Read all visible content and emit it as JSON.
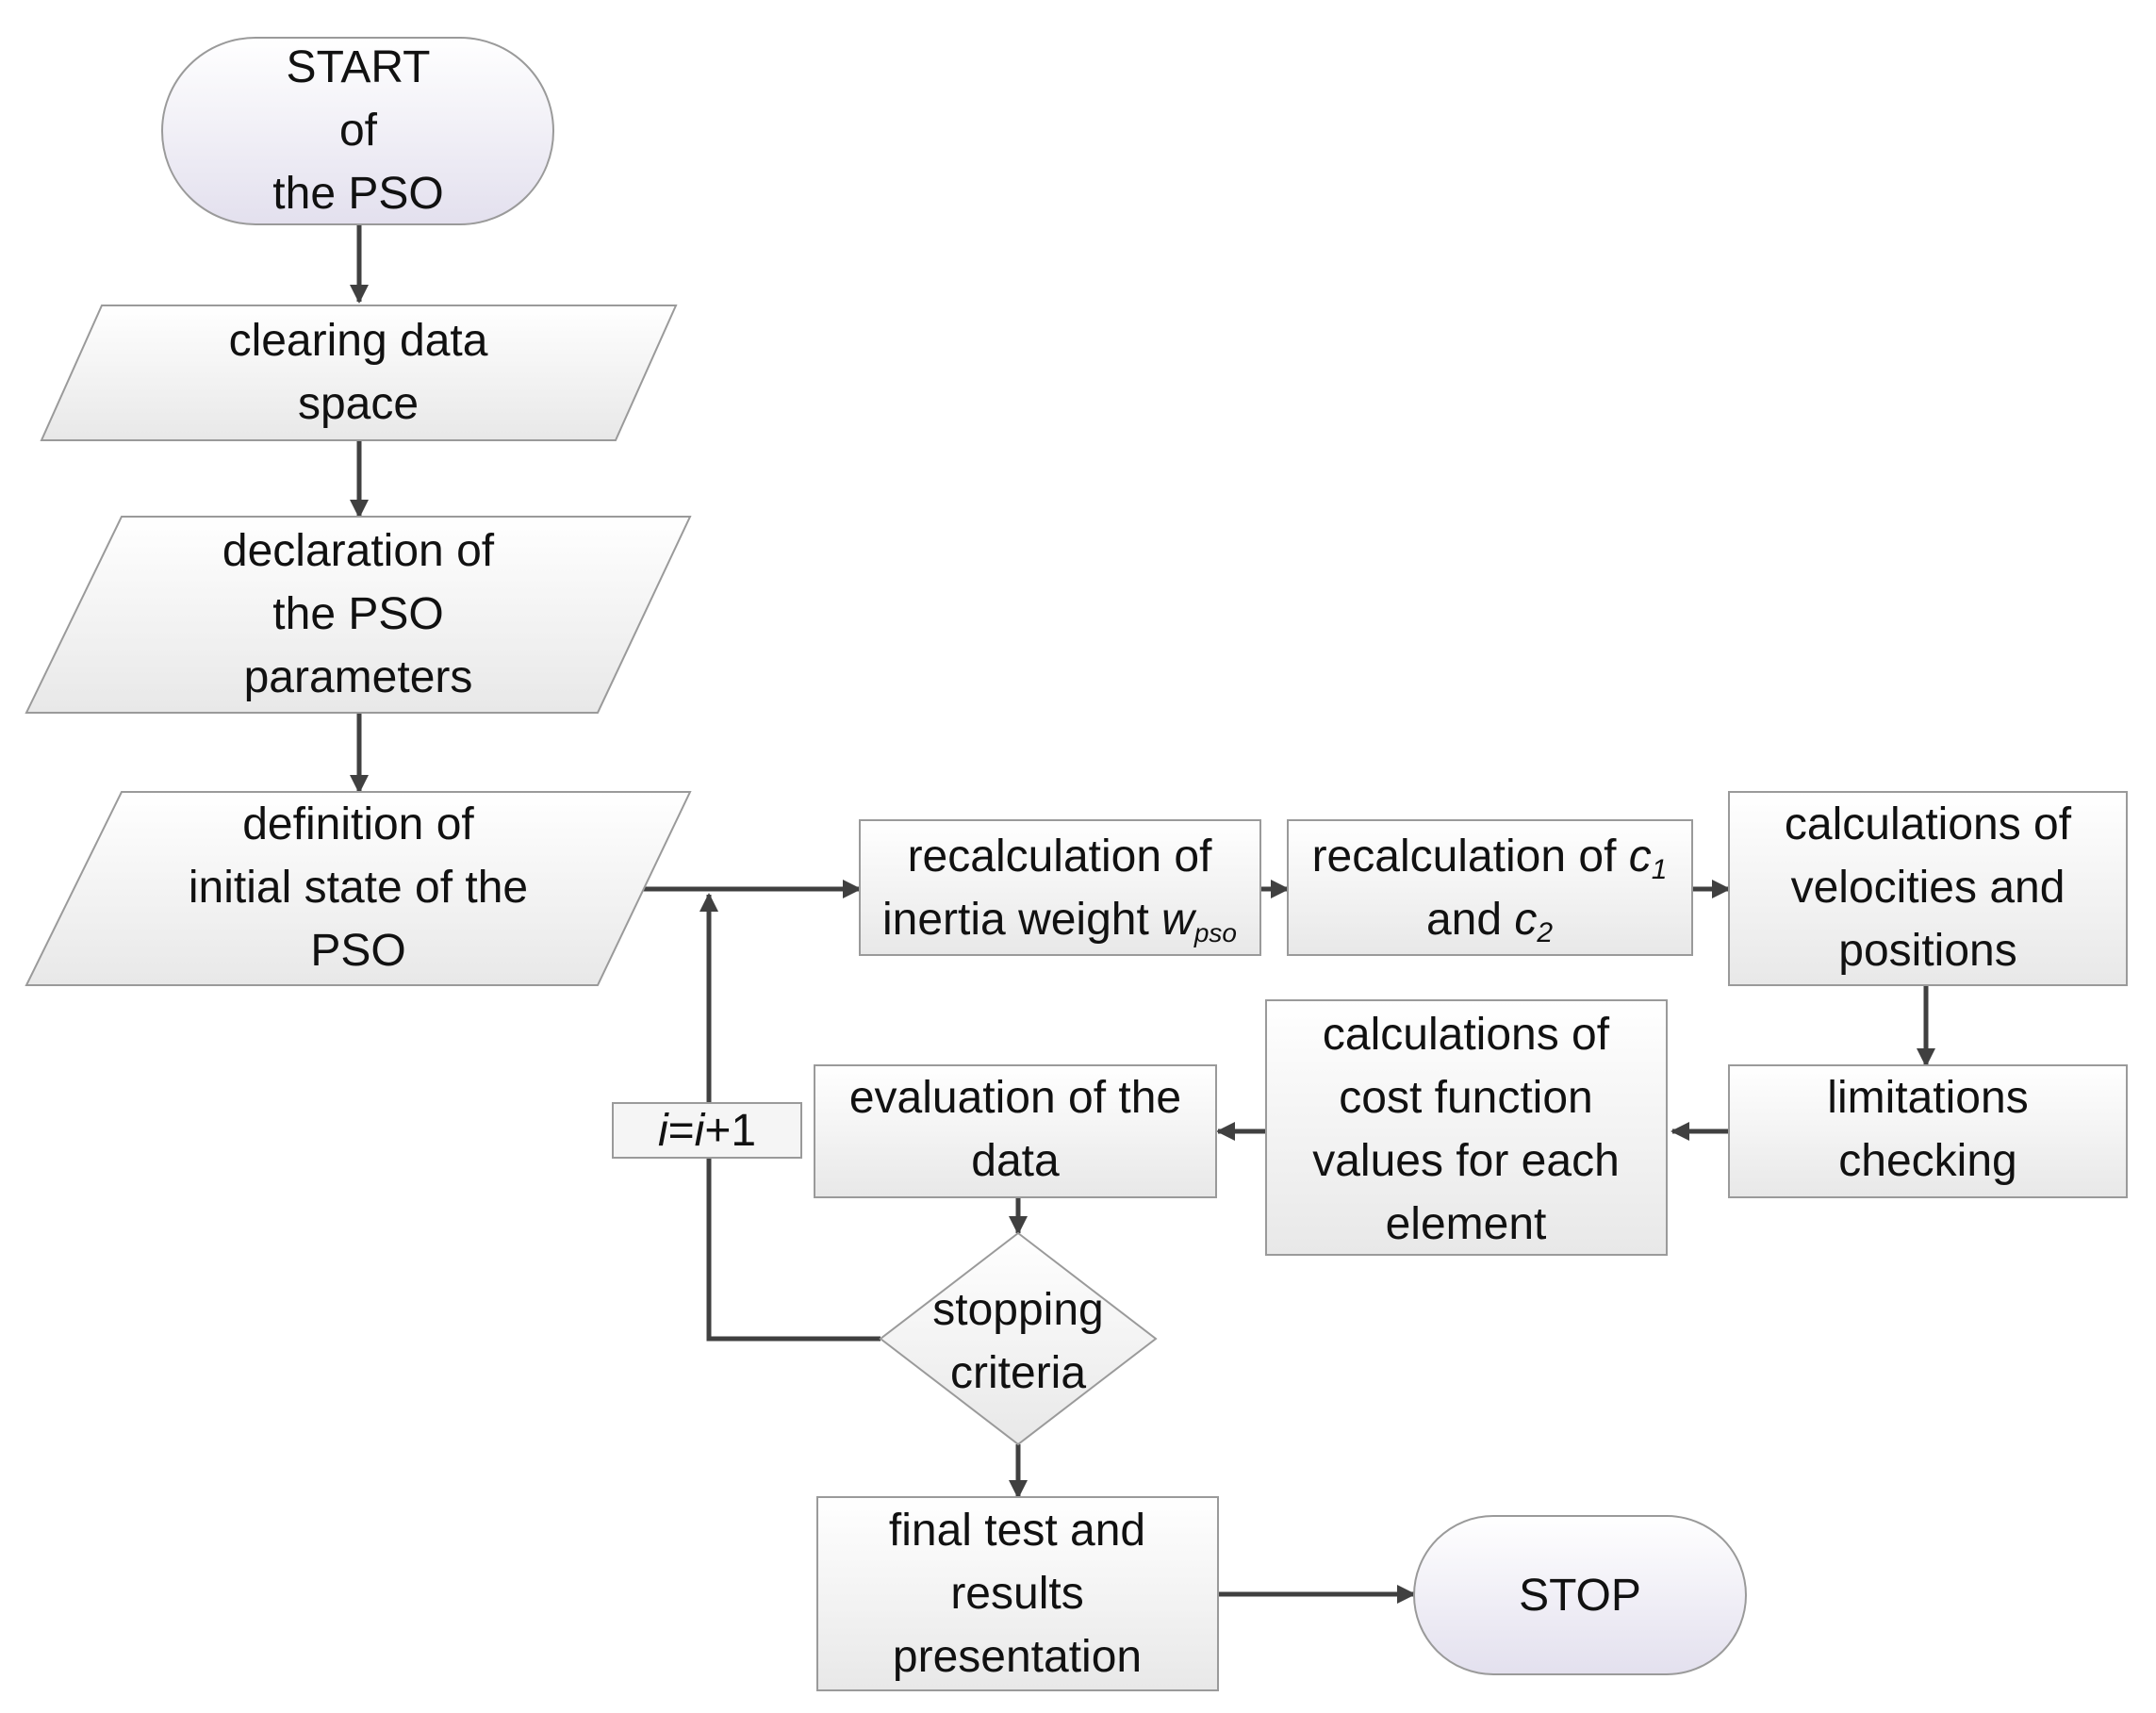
{
  "nodes": {
    "start": [
      "START",
      "of",
      "the PSO"
    ],
    "clearing": [
      "clearing data",
      "space"
    ],
    "declaration": [
      "declaration of",
      "the PSO",
      "parameters"
    ],
    "definition": [
      "definition of",
      "initial state of the",
      "PSO"
    ],
    "recalc_inertia": {
      "line1": "recalculation of",
      "line2_text": "inertia weight ",
      "line2_var": "w",
      "line2_sub": "pso"
    },
    "recalc_c": {
      "line1_text": "recalculation of ",
      "c1_var": "c",
      "c1_sub": "1",
      "line2_text": "and ",
      "c2_var": "c",
      "c2_sub": "2"
    },
    "velocities": [
      "calculations of",
      "velocities and",
      "positions"
    ],
    "limitations": [
      "limitations",
      "checking"
    ],
    "cost_function": [
      "calculations of",
      "cost function",
      "values for each",
      "element"
    ],
    "evaluation": [
      "evaluation of the",
      "data"
    ],
    "increment": {
      "var1": "i",
      "eq": "=",
      "var2": "i",
      "rest": "+1"
    },
    "stopping": [
      "stopping",
      "criteria"
    ],
    "final": [
      "final test and",
      "results",
      "presentation"
    ],
    "stop": "STOP"
  },
  "colors": {
    "terminal_top": "#ffffff",
    "terminal_bottom": "#e3e0ee",
    "box_top": "#ffffff",
    "box_bottom": "#e8e8e8",
    "border": "#9a9a9a",
    "arrow": "#404040"
  }
}
